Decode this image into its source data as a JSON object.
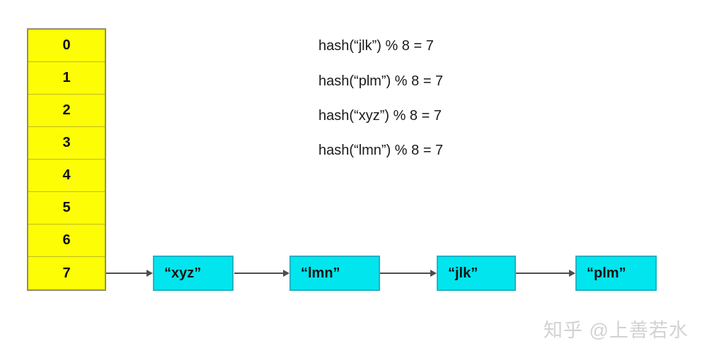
{
  "table": {
    "cells": [
      "0",
      "1",
      "2",
      "3",
      "4",
      "5",
      "6",
      "7"
    ]
  },
  "equations": {
    "lines": [
      "hash(“jlk”) % 8 = 7",
      "hash(“plm”) % 8 = 7",
      "hash(“xyz”) % 8 = 7",
      "hash(“lmn”) % 8 = 7"
    ]
  },
  "chain": {
    "nodes": [
      "“xyz”",
      "“lmn”",
      "“jlk”",
      "“plm”"
    ]
  },
  "watermark": {
    "text": "知乎 @上善若水"
  },
  "colors": {
    "bucket_fill": "#fdfd06",
    "bucket_border": "#8f8f62",
    "node_fill": "#00e5ee",
    "node_border": "#21b3c4",
    "arrow": "#4d4d4d",
    "watermark_text": "#d2d2d2"
  }
}
